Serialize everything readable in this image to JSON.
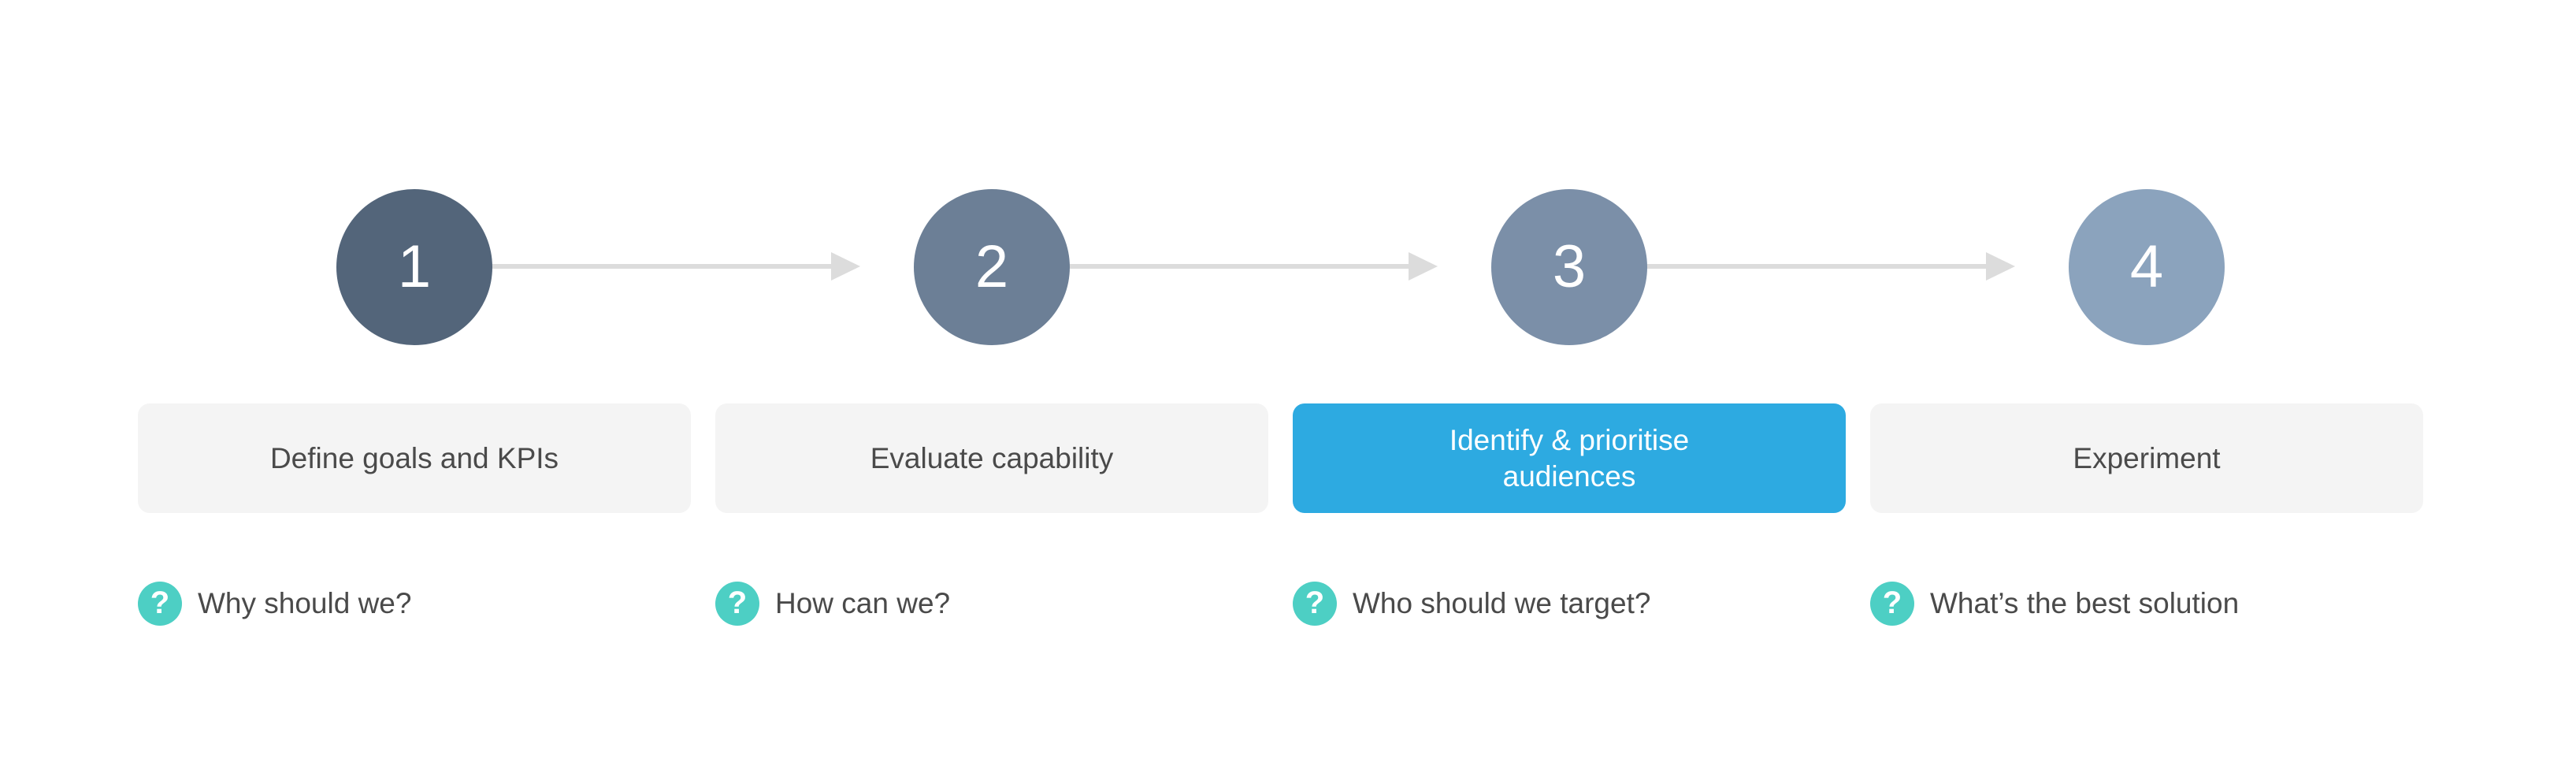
{
  "diagram": {
    "type": "horizontal-process-flow",
    "background_color": "#ffffff",
    "steps": [
      {
        "number": "1",
        "circle_color": "#53657a",
        "label": "Define goals and KPIs",
        "label_state": "default",
        "label_bg_color": "#f4f4f4",
        "label_text_color": "#4a4a4a",
        "question_icon": "question-mark-circle-icon",
        "question_icon_color": "#4dcfc4",
        "question": "Why should we?"
      },
      {
        "number": "2",
        "circle_color": "#6c7f96",
        "label": "Evaluate capability",
        "label_state": "default",
        "label_bg_color": "#f4f4f4",
        "label_text_color": "#4a4a4a",
        "question_icon": "question-mark-circle-icon",
        "question_icon_color": "#4dcfc4",
        "question": "How can we?"
      },
      {
        "number": "3",
        "circle_color": "#7b8fa8",
        "label": "Identify & prioritise\naudiences",
        "label_state": "active",
        "label_bg_color": "#2daae1",
        "label_text_color": "#ffffff",
        "question_icon": "question-mark-circle-icon",
        "question_icon_color": "#4dcfc4",
        "question": "Who should we target?"
      },
      {
        "number": "4",
        "circle_color": "#8ba3bd",
        "label": "Experiment",
        "label_state": "default",
        "label_bg_color": "#f4f4f4",
        "label_text_color": "#4a4a4a",
        "question_icon": "question-mark-circle-icon",
        "question_icon_color": "#4dcfc4",
        "question": "What’s the best solution"
      }
    ],
    "connectors": {
      "icon": "arrow-right-icon",
      "color": "#dcdcdc",
      "count": 3
    },
    "question_glyph": "?"
  }
}
